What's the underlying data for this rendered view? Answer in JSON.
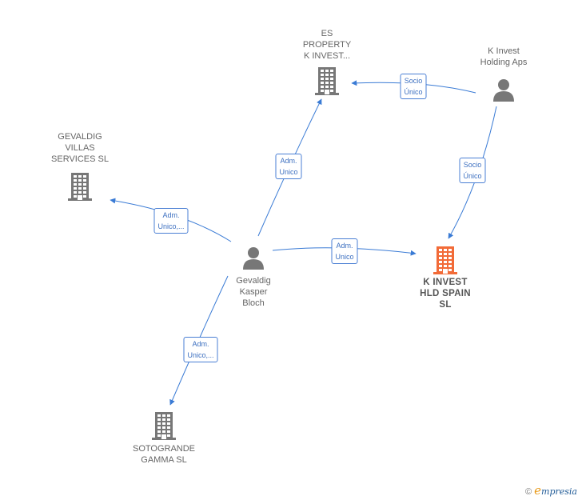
{
  "nodes": [
    {
      "id": "es_property",
      "type": "company",
      "label": "ES\nPROPERTY\nK INVEST...",
      "color": "#777777"
    },
    {
      "id": "k_invest_holding",
      "type": "person",
      "label": "K Invest\nHolding Aps",
      "color": "#777777"
    },
    {
      "id": "gevaldig_villas",
      "type": "company",
      "label": "GEVALDIG\nVILLAS\nSERVICES  SL",
      "color": "#777777"
    },
    {
      "id": "gevaldig_kasper",
      "type": "person",
      "label": "Gevaldig\nKasper\nBloch",
      "color": "#777777"
    },
    {
      "id": "k_invest_hld_spain",
      "type": "company",
      "label": "K INVEST\nHLD SPAIN\nSL",
      "color": "#f26b38",
      "focus": true
    },
    {
      "id": "sotogrande",
      "type": "company",
      "label": "SOTOGRANDE\nGAMMA  SL",
      "color": "#777777"
    }
  ],
  "edges": [
    {
      "from": "k_invest_holding",
      "to": "es_property",
      "label": "Socio\nÚnico"
    },
    {
      "from": "k_invest_holding",
      "to": "k_invest_hld_spain",
      "label": "Socio\nÚnico"
    },
    {
      "from": "gevaldig_kasper",
      "to": "es_property",
      "label": "Adm.\nUnico"
    },
    {
      "from": "gevaldig_kasper",
      "to": "gevaldig_villas",
      "label": "Adm.\nUnico,..."
    },
    {
      "from": "gevaldig_kasper",
      "to": "k_invest_hld_spain",
      "label": "Adm.\nUnico"
    },
    {
      "from": "gevaldig_kasper",
      "to": "sotogrande",
      "label": "Adm.\nUnico,..."
    }
  ],
  "edge_color": "#3a7bd5",
  "brand": {
    "copyright": "©",
    "e": "e",
    "rest": "mpresia"
  }
}
